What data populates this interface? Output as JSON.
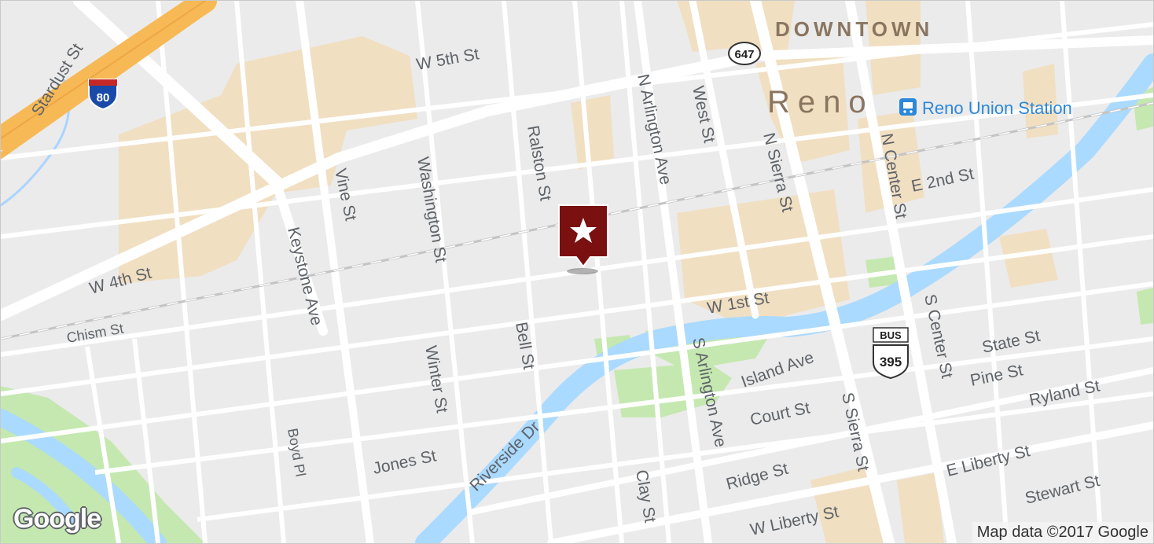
{
  "map": {
    "district_label": "DOWNTOWN",
    "city_label": "Reno",
    "transit_station": "Reno Union Station",
    "logo_text": "Google",
    "attribution": "Map data ©2017 Google",
    "shields": {
      "interstate": "80",
      "state_route": "647",
      "bus_label": "BUS",
      "bus_route": "395"
    },
    "streets": {
      "w5th": "W 5th St",
      "w4th": "W 4th St",
      "w1st": "W 1st St",
      "e2nd": "E 2nd St",
      "chism": "Chism St",
      "stardust": "Stardust St",
      "keystone": "Keystone Ave",
      "vine": "Vine St",
      "washington": "Washington St",
      "ralston": "Ralston St",
      "n_arlington": "N Arlington Ave",
      "west": "West St",
      "n_sierra": "N Sierra St",
      "n_center": "N Center St",
      "s_center": "S Center St",
      "s_arlington": "S Arlington Ave",
      "s_sierra": "S Sierra St",
      "winter": "Winter St",
      "bell": "Bell St",
      "boyd": "Boyd Pl",
      "clay": "Clay St",
      "jones": "Jones St",
      "riverside": "Riverside Dr",
      "island": "Island Ave",
      "court": "Court St",
      "ridge": "Ridge St",
      "w_liberty": "W Liberty St",
      "e_liberty": "E Liberty St",
      "state": "State St",
      "pine": "Pine St",
      "ryland": "Ryland St",
      "stewart": "Stewart St"
    },
    "colors": {
      "background": "#ebebeb",
      "road": "#ffffff",
      "highway": "#f7b955",
      "water": "#aadaff",
      "park": "#c5e8b0",
      "building": "#f1dfc2",
      "marker": "#7a1010"
    },
    "marker": {
      "icon": "star-icon"
    }
  }
}
